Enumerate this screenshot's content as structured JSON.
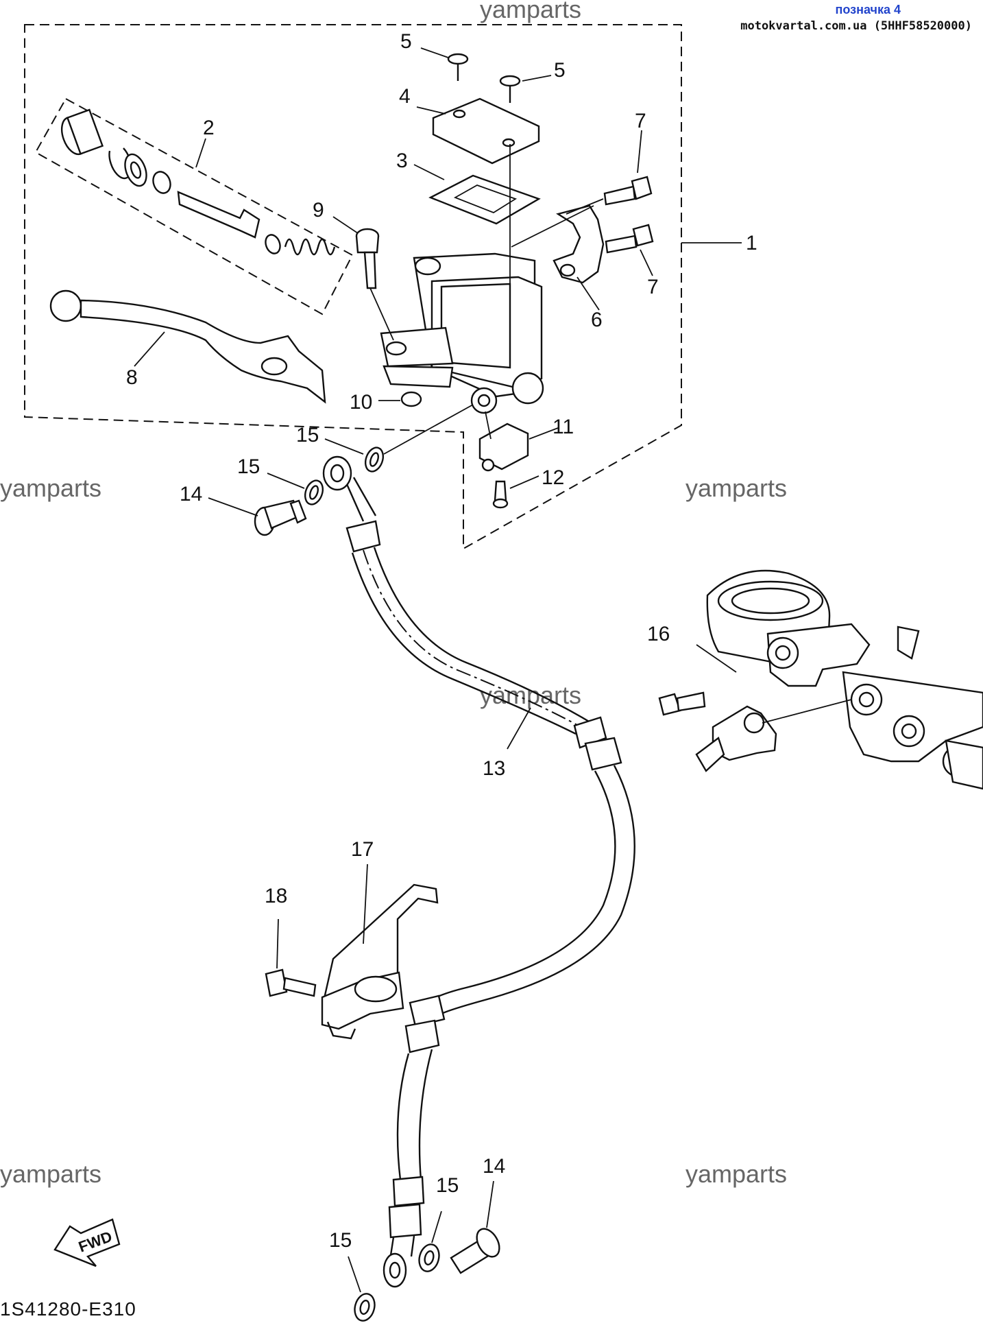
{
  "header": {
    "badge": "позначка 4",
    "site": "motokvartal.com.ua (5HHF58520000)"
  },
  "watermarks": [
    "yamparts",
    "yamparts",
    "yamparts",
    "yamparts",
    "yamparts",
    "yamparts"
  ],
  "callouts": {
    "c1": "1",
    "c2": "2",
    "c3": "3",
    "c4": "4",
    "c5a": "5",
    "c5b": "5",
    "c6": "6",
    "c7a": "7",
    "c7b": "7",
    "c8": "8",
    "c9": "9",
    "c10": "10",
    "c11": "11",
    "c12": "12",
    "c13": "13",
    "c14a": "14",
    "c14b": "14",
    "c15a": "15",
    "c15b": "15",
    "c15c": "15",
    "c15d": "15",
    "c16": "16",
    "c17": "17",
    "c18": "18"
  },
  "fwd_label": "FWD",
  "diagram_code": "1S41280-E310",
  "colors": {
    "line": "#111111",
    "badge": "#2244cc",
    "watermark": "#666666"
  }
}
